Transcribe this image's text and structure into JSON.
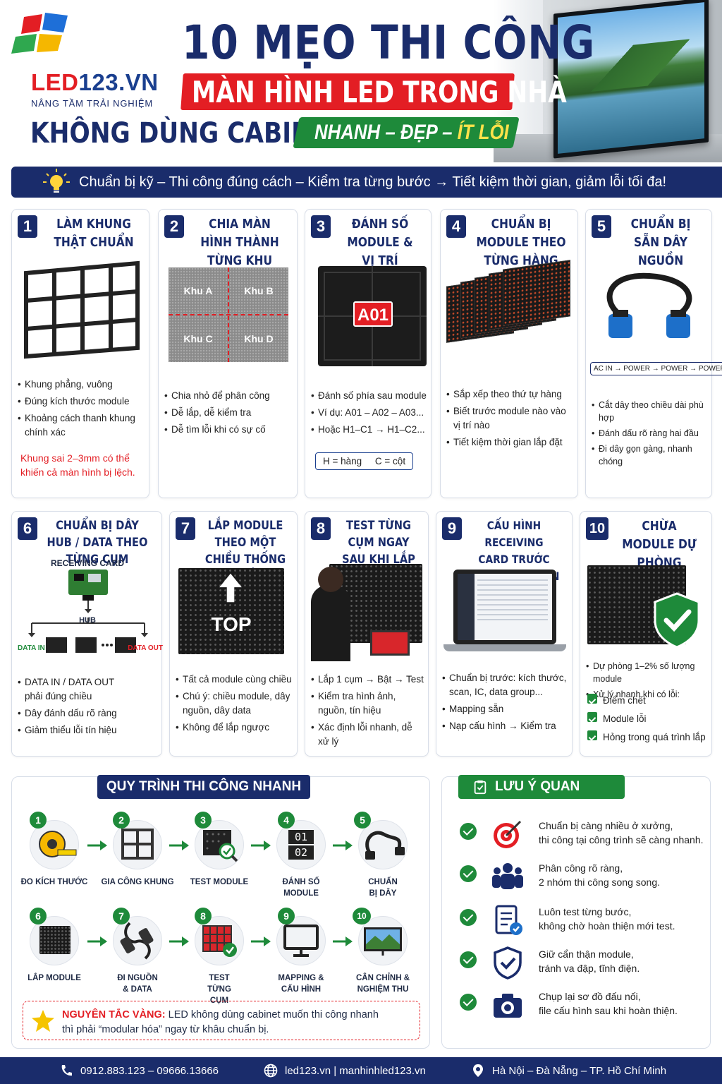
{
  "brand": {
    "logo_red": "LED",
    "logo_blue": "123",
    "logo_suffix": ".VN",
    "tagline": "NÂNG TẦM TRẢI NGHIỆM"
  },
  "header": {
    "title_line1": "10 MẸO THI CÔNG",
    "title_line2": "MÀN HÌNH LED TRONG NHÀ",
    "title_line3": "KHÔNG DÙNG CABINET",
    "slogan_part1": "NHANH – ĐẸP – ",
    "slogan_part2": "ÍT LỖI"
  },
  "banner": {
    "text": "Chuẩn bị kỹ – Thi công đúng cách – Kiểm tra từng bước → Tiết kiệm thời gian, giảm lỗi tối đa!"
  },
  "tips": [
    {
      "num": "1",
      "title": "LÀM KHUNG THẬT CHUẨN",
      "bullets": [
        "Khung phẳng, vuông",
        "Đúng kích thước module",
        "Khoảng cách thanh khung chính xác"
      ],
      "warning": "Khung sai 2–3mm có thể khiến cả màn hình bị lệch."
    },
    {
      "num": "2",
      "title": "CHIA MÀN HÌNH THÀNH TỪNG KHU VỰC",
      "zones": [
        "Khu A",
        "Khu B",
        "Khu C",
        "Khu D"
      ],
      "bullets": [
        "Chia nhỏ để phân công",
        "Dễ lắp, dễ kiểm tra",
        "Dễ tìm lỗi khi có sự cố"
      ]
    },
    {
      "num": "3",
      "title": "ĐÁNH SỐ MODULE & VỊ TRÍ",
      "module_label": "A01",
      "bullets": [
        "Đánh số phía sau module",
        "Ví dụ: A01 – A02 – A03...",
        "Hoặc H1–C1 → H1–C2..."
      ],
      "legend": "H = hàng     C = cột"
    },
    {
      "num": "4",
      "title": "CHUẨN BỊ MODULE THEO TỪNG HÀNG",
      "bullets": [
        "Sắp xếp theo thứ tự hàng",
        "Biết trước module nào vào vị trí nào",
        "Tiết kiệm thời gian lắp đặt"
      ]
    },
    {
      "num": "5",
      "title": "CHUẨN BỊ SẴN DÂY NGUỒN",
      "power_flow": "AC IN → POWER → POWER → POWER",
      "bullets": [
        "Cắt dây theo chiều dài phù hợp",
        "Đánh dấu rõ ràng hai đầu",
        "Đi dây gọn gàng, nhanh chóng"
      ]
    },
    {
      "num": "6",
      "title": "CHUẨN BỊ DÂY HUB / DATA THEO TỪNG CỤM",
      "receiving_card": "RECEIVING CARD",
      "hub": "HUB",
      "data_in": "DATA IN",
      "data_out": "DATA OUT",
      "bullets": [
        "DATA IN / DATA OUT phải đúng chiều",
        "Dây đánh dấu rõ ràng",
        "Giảm thiểu lỗi tín hiệu"
      ]
    },
    {
      "num": "7",
      "title": "LẮP MODULE THEO MỘT CHIỀU THỐNG NHẤT",
      "top_label": "TOP",
      "bullets": [
        "Tất cả module cùng chiều",
        "Chú ý: chiều module, dây nguồn, dây data",
        "Không để lắp ngược"
      ]
    },
    {
      "num": "8",
      "title": "TEST TỪNG CỤM NGAY SAU KHI LẮP",
      "bullets": [
        "Lắp 1 cụm → Bật → Test",
        "Kiểm tra hình ảnh, nguồn, tín hiệu",
        "Xác định lỗi nhanh, dễ xử lý"
      ]
    },
    {
      "num": "9",
      "title": "CẤU HÌNH RECEIVING CARD TRƯỚC KHI HOÀN THIỆN",
      "bullets": [
        "Chuẩn bị trước: kích thước, scan, IC, data group...",
        "Mapping sẵn",
        "Nạp cấu hình → Kiểm tra"
      ]
    },
    {
      "num": "10",
      "title": "CHỪA MODULE DỰ PHÒNG",
      "bullets": [
        "Dự phòng 1–2% số lượng module",
        "Xử lý nhanh khi có lỗi:"
      ],
      "checks": [
        "Điểm chết",
        "Module lỗi",
        "Hỏng trong quá trình lắp"
      ]
    }
  ],
  "process": {
    "title": "QUY TRÌNH THI CÔNG NHANH",
    "steps": [
      {
        "num": "1",
        "label": "ĐO KÍCH THƯỚC",
        "icon": "tape-measure-icon"
      },
      {
        "num": "2",
        "label": "GIA CÔNG KHUNG",
        "icon": "frame-icon"
      },
      {
        "num": "3",
        "label": "TEST MODULE",
        "icon": "module-magnifier-icon"
      },
      {
        "num": "4",
        "label": "ĐÁNH SỐ MODULE",
        "icon": "numbered-module-icon",
        "codes": [
          "01",
          "02"
        ]
      },
      {
        "num": "5",
        "label": "CHUẨN BỊ DÂY",
        "icon": "cable-icon"
      },
      {
        "num": "6",
        "label": "LẮP MODULE",
        "icon": "led-module-icon"
      },
      {
        "num": "7",
        "label": "ĐI NGUỒN & DATA",
        "icon": "connector-icon"
      },
      {
        "num": "8",
        "label": "TEST TỪNG CỤM",
        "icon": "red-grid-check-icon"
      },
      {
        "num": "9",
        "label": "MAPPING & CẤU HÌNH",
        "icon": "monitor-icon"
      },
      {
        "num": "10",
        "label": "CÂN CHỈNH & NGHIỆM THU",
        "icon": "landscape-screen-icon"
      }
    ],
    "golden_label": "NGUYÊN TẮC VÀNG:",
    "golden_text_1": " LED không dùng cabinet muốn thi công nhanh",
    "golden_text_2": "thì phải “modular hóa” ngay từ khâu chuẩn bị."
  },
  "notes": {
    "title": "LƯU Ý QUAN TRỌNG",
    "items": [
      {
        "icon": "target-icon",
        "line1": "Chuẩn bị càng nhiều ở xưởng,",
        "line2": "thi công tại công trình sẽ càng nhanh."
      },
      {
        "icon": "team-icon",
        "line1": "Phân công rõ ràng,",
        "line2": "2 nhóm thi công song song."
      },
      {
        "icon": "checklist-icon",
        "line1": "Luôn test từng bước,",
        "line2": "không chờ hoàn thiện mới test."
      },
      {
        "icon": "shield-check-icon",
        "line1": "Giữ cẩn thận module,",
        "line2": "tránh va đập, tĩnh điện."
      },
      {
        "icon": "camera-icon",
        "line1": "Chụp lại sơ đồ đấu nối,",
        "line2": "file cấu hình sau khi hoàn thiện."
      }
    ]
  },
  "footer": {
    "phone": "0912.883.123 – 09666.13666",
    "web": "led123.vn | manhinhled123.vn",
    "location": "Hà Nội – Đà Nẵng – TP. Hồ Chí Minh"
  },
  "colors": {
    "navy": "#1a2c6b",
    "red": "#e31e24",
    "green": "#1e8a3a",
    "yellow": "#ffe24a"
  }
}
